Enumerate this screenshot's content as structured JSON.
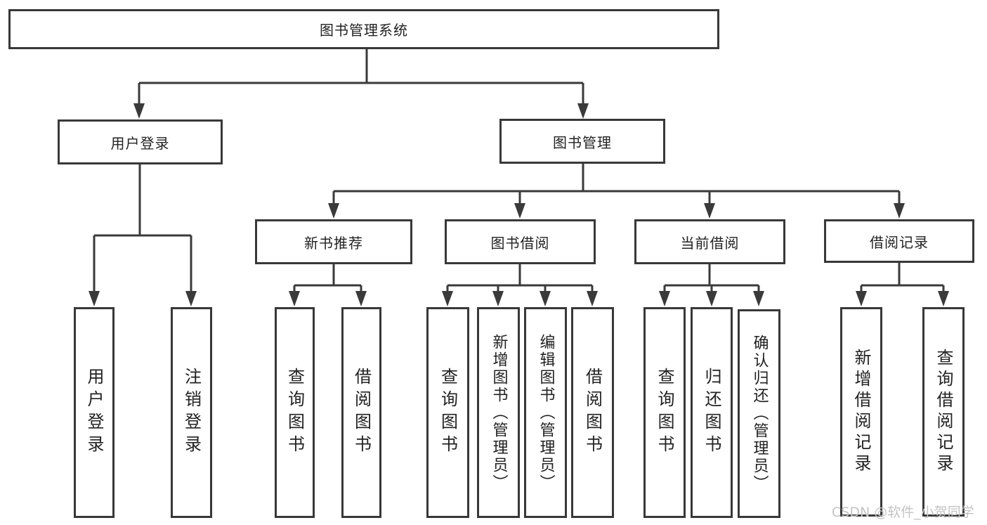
{
  "diagram": {
    "root": "图书管理系统",
    "branches": [
      {
        "label": "用户登录",
        "children": [
          "用户登录",
          "注销登录"
        ]
      },
      {
        "label": "图书管理",
        "sections": [
          {
            "label": "新书推荐",
            "children": [
              "查询图书",
              "借阅图书"
            ]
          },
          {
            "label": "图书借阅",
            "children": [
              "查询图书",
              "新增图书（管理员）",
              "编辑图书（管理员）",
              "借阅图书"
            ]
          },
          {
            "label": "当前借阅",
            "children": [
              "查询图书",
              "归还图书",
              "确认归还（管理员）"
            ]
          },
          {
            "label": "借阅记录",
            "children": [
              "新增借阅记录",
              "查询借阅记录"
            ]
          }
        ]
      }
    ]
  },
  "watermark": "CSDN @软件_小贺同学",
  "colors": {
    "line": "#3a3a3a",
    "box_border": "#383838",
    "box_fill": "#ffffff",
    "text": "#222222",
    "watermark": "#c3c3c3"
  }
}
